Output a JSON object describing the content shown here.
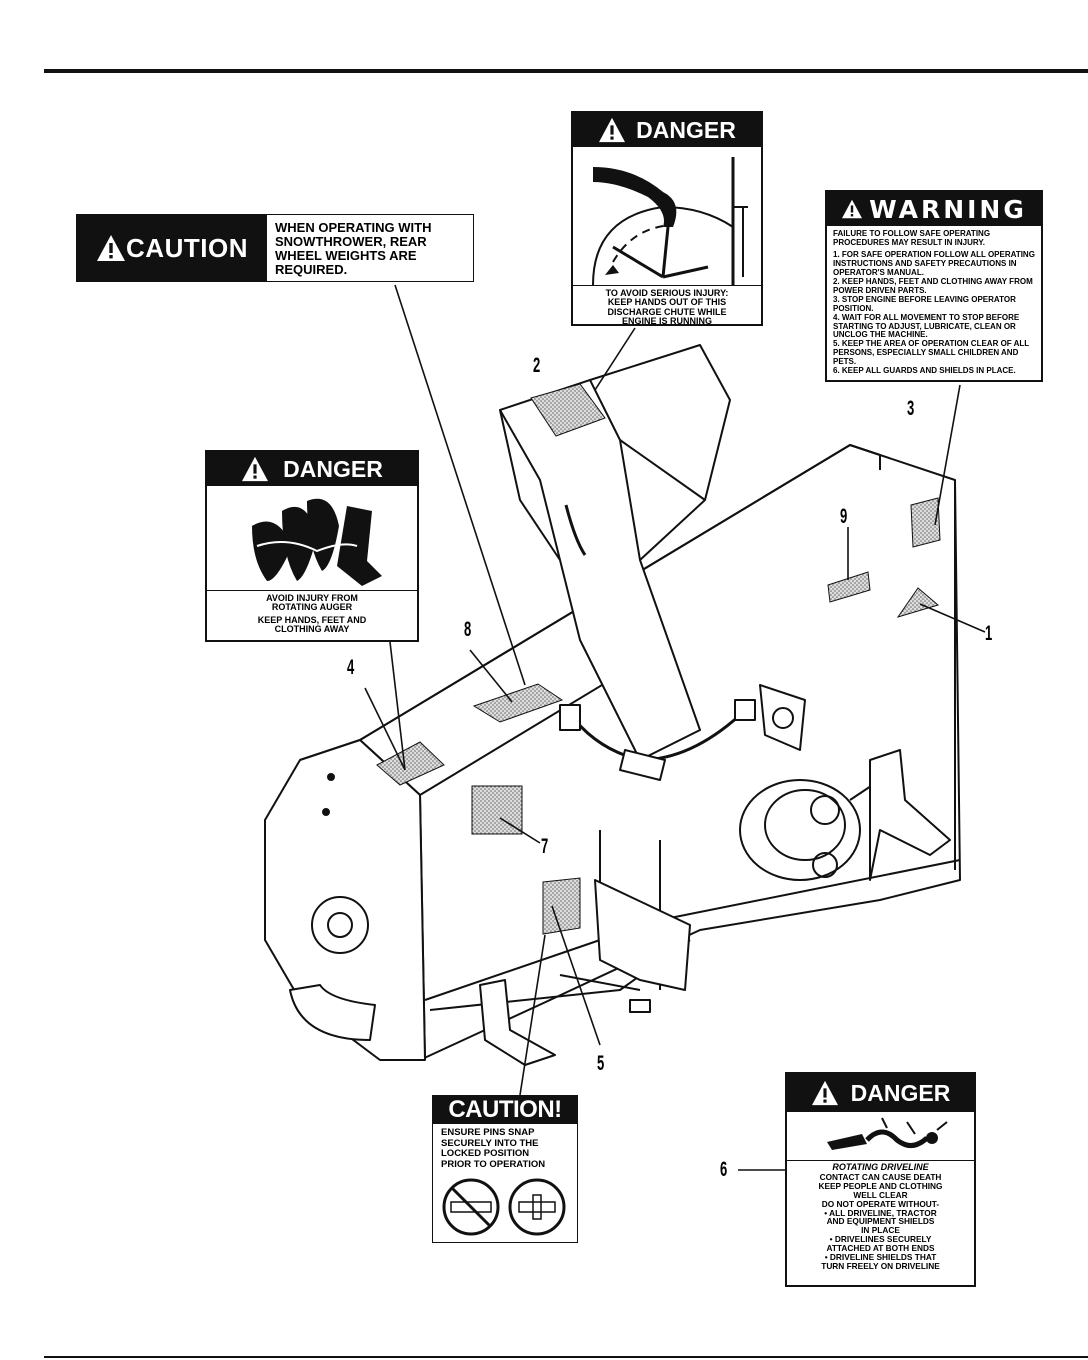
{
  "callouts": {
    "n1": "1",
    "n2": "2",
    "n3": "3",
    "n4": "4",
    "n5": "5",
    "n6": "6",
    "n7": "7",
    "n8": "8",
    "n9": "9"
  },
  "decals": {
    "caution_weights": {
      "header": "CAUTION",
      "lines": [
        "WHEN OPERATING WITH",
        "SNOWTHROWER, REAR",
        "WHEEL WEIGHTS ARE",
        "REQUIRED."
      ]
    },
    "danger_chute": {
      "header": "DANGER",
      "lines": [
        "TO AVOID SERIOUS INJURY:",
        "KEEP HANDS OUT OF THIS",
        "DISCHARGE CHUTE WHILE",
        "ENGINE IS RUNNING"
      ]
    },
    "warning": {
      "header": "WARNING",
      "intro": "FAILURE TO FOLLOW SAFE OPERATING PROCEDURES MAY RESULT IN INJURY.",
      "items": [
        "1. FOR SAFE OPERATION FOLLOW ALL OPERATING INSTRUCTIONS AND SAFETY PRECAUTIONS IN OPERATOR'S MANUAL.",
        "2. KEEP HANDS, FEET AND CLOTHING AWAY FROM POWER DRIVEN PARTS.",
        "3. STOP ENGINE BEFORE LEAVING OPERATOR POSITION.",
        "4. WAIT FOR ALL MOVEMENT TO STOP BEFORE STARTING TO ADJUST, LUBRICATE, CLEAN OR UNCLOG THE MACHINE.",
        "5. KEEP THE AREA OF OPERATION CLEAR OF ALL PERSONS, ESPECIALLY SMALL CHILDREN AND PETS.",
        "6. KEEP ALL GUARDS AND SHIELDS IN PLACE."
      ]
    },
    "danger_auger": {
      "header": "DANGER",
      "line1": "AVOID INJURY FROM",
      "line2": "ROTATING AUGER",
      "line3": "KEEP HANDS, FEET AND",
      "line4": "CLOTHING AWAY"
    },
    "caution_pins": {
      "header": "CAUTION!",
      "lines": [
        "ENSURE PINS SNAP",
        "SECURELY INTO THE",
        "LOCKED POSITION",
        "PRIOR TO OPERATION"
      ]
    },
    "danger_driveline": {
      "header": "DANGER",
      "title": "ROTATING DRIVELINE",
      "lines": [
        "CONTACT CAN CAUSE DEATH",
        "KEEP PEOPLE AND CLOTHING",
        "WELL CLEAR",
        "DO NOT OPERATE WITHOUT-",
        "• ALL DRIVELINE, TRACTOR",
        "AND EQUIPMENT SHIELDS",
        "IN PLACE",
        "• DRIVELINES SECURELY",
        "ATTACHED AT BOTH ENDS",
        "• DRIVELINE SHIELDS THAT",
        "TURN FREELY ON DRIVELINE"
      ]
    }
  }
}
